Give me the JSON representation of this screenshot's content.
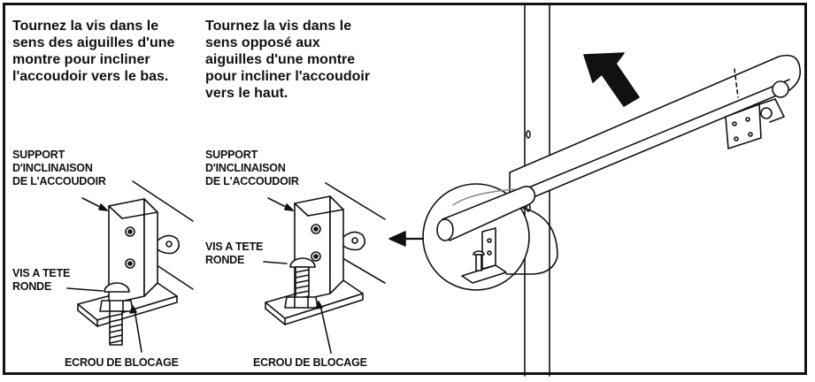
{
  "instructions": {
    "clockwise": "Tournez la vis dans le\nsens des aiguilles d'une\nmontre pour incliner\nl'accoudoir vers le bas.",
    "counterclockwise": "Tournez la vis dans le\nsens opposé aux\naiguilles d'une montre\npour incliner l'accoudoir\nvers le haut."
  },
  "labels": {
    "bracket": "SUPPORT\nD'INCLINAISON\nDE L'ACCOUDOIR",
    "screw": "VIS A TETE\nRONDE",
    "locknut": "ECROU DE BLOCAGE"
  },
  "colors": {
    "ink": "#111111",
    "background": "#ffffff"
  },
  "icons": [
    "up-right-arrow-icon",
    "left-arrow-icon"
  ]
}
